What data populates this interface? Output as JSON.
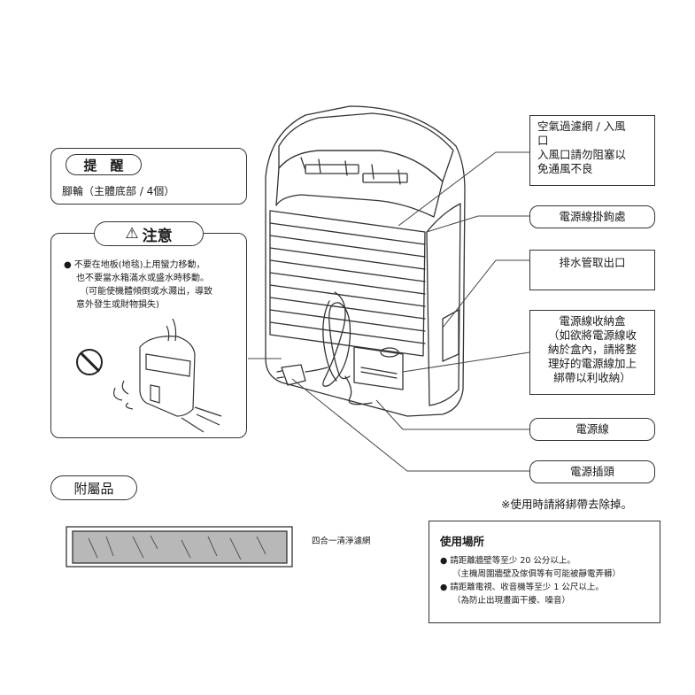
{
  "reminder": {
    "heading": "提　醒",
    "text": "腳輪（主體底部 / 4個）"
  },
  "caution": {
    "heading": "注意",
    "warning_symbol": "⚠",
    "line1": "不要在地板(地毯)上用蠻力移動，",
    "line2": "也不要當水箱滿水或盛水時移動。",
    "line3": "（可能使機體傾倒或水濺出，導致",
    "line4": "意外發生或財物損失)",
    "prohibit_symbol": "⃠"
  },
  "callouts": {
    "air_filter": "空氣過濾網 / 入風口\n入風口請勿阻塞以免通風不良",
    "air_filter_l1": "空氣過濾網 / 入風",
    "air_filter_l2": "口",
    "air_filter_l3": "入風口請勿阻塞以",
    "air_filter_l4": "免通風不良",
    "cord_hook": "電源線掛鉤處",
    "drain": "排水管取出口",
    "cord_box_l1": "電源線收納盒",
    "cord_box_l2": "（如欲將電源線收",
    "cord_box_l3": "納於盒內，請將整",
    "cord_box_l4": "理好的電源線加上",
    "cord_box_l5": "綁帶以利收納）",
    "power_cord": "電源線",
    "power_plug": "電源插頭"
  },
  "note": "※使用時請將綁帶去除掉。",
  "accessories": {
    "heading": "附屬品",
    "filter_label": "四合一清淨濾網"
  },
  "usage": {
    "heading": "使用場所",
    "item1": "請距離牆壁等至少 20 公分以上。",
    "item1_note": "（主機周圍牆壁及傢俱等有可能被靜電弄髒）",
    "item2": "請距離電視、收音機等至少 1 公尺以上。",
    "item2_note": "（為防止出現畫面干擾、噪音）"
  }
}
